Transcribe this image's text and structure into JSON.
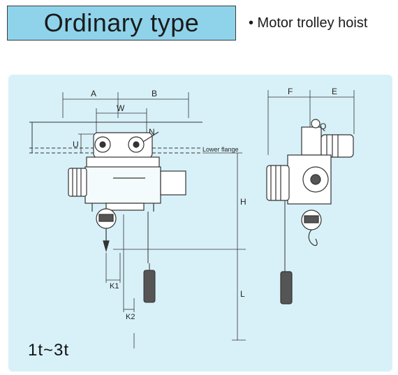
{
  "header": {
    "title": "Ordinary type",
    "subtitle": "• Motor trolley hoist"
  },
  "drawing": {
    "dim_A": "A",
    "dim_B": "B",
    "dim_W": "W",
    "dim_N": "N",
    "dim_U": "U",
    "dim_H": "H",
    "dim_L": "L",
    "dim_K1": "K1",
    "dim_K2": "K2",
    "dim_F": "F",
    "dim_E": "E",
    "dim_Q": "Q",
    "lower_flange": "Lower flange"
  },
  "footer": {
    "capacity": "1t~3t"
  }
}
